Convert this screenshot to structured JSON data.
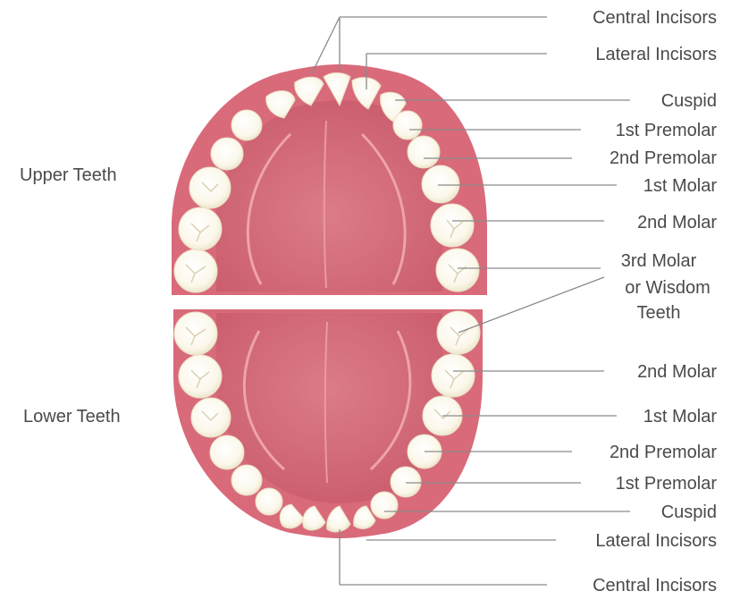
{
  "side_labels": {
    "upper": "Upper Teeth",
    "lower": "Lower Teeth"
  },
  "upper_labels": {
    "central_incisors": "Central Incisors",
    "lateral_incisors": "Lateral Incisors",
    "cuspid": "Cuspid",
    "first_premolar": "1st Premolar",
    "second_premolar": "2nd Premolar",
    "first_molar": "1st Molar",
    "second_molar": "2nd Molar"
  },
  "wisdom": {
    "line1": "3rd Molar",
    "line2": "or Wisdom",
    "line3": "Teeth"
  },
  "lower_labels": {
    "second_molar": "2nd Molar",
    "first_molar": "1st Molar",
    "second_premolar": "2nd Premolar",
    "first_premolar": "1st Premolar",
    "cuspid": "Cuspid",
    "lateral_incisors": "Lateral Incisors",
    "central_incisors": "Central Incisors"
  },
  "colors": {
    "gum_outer": "#d96a7a",
    "gum_inner": "#e8909c",
    "palate": "#d8707e",
    "palate_light": "#e58e99",
    "tooth": "#fbf7ea",
    "tooth_shade": "#e8e1c8",
    "leader": "#8a8a8a",
    "text": "#4a4a4a"
  }
}
